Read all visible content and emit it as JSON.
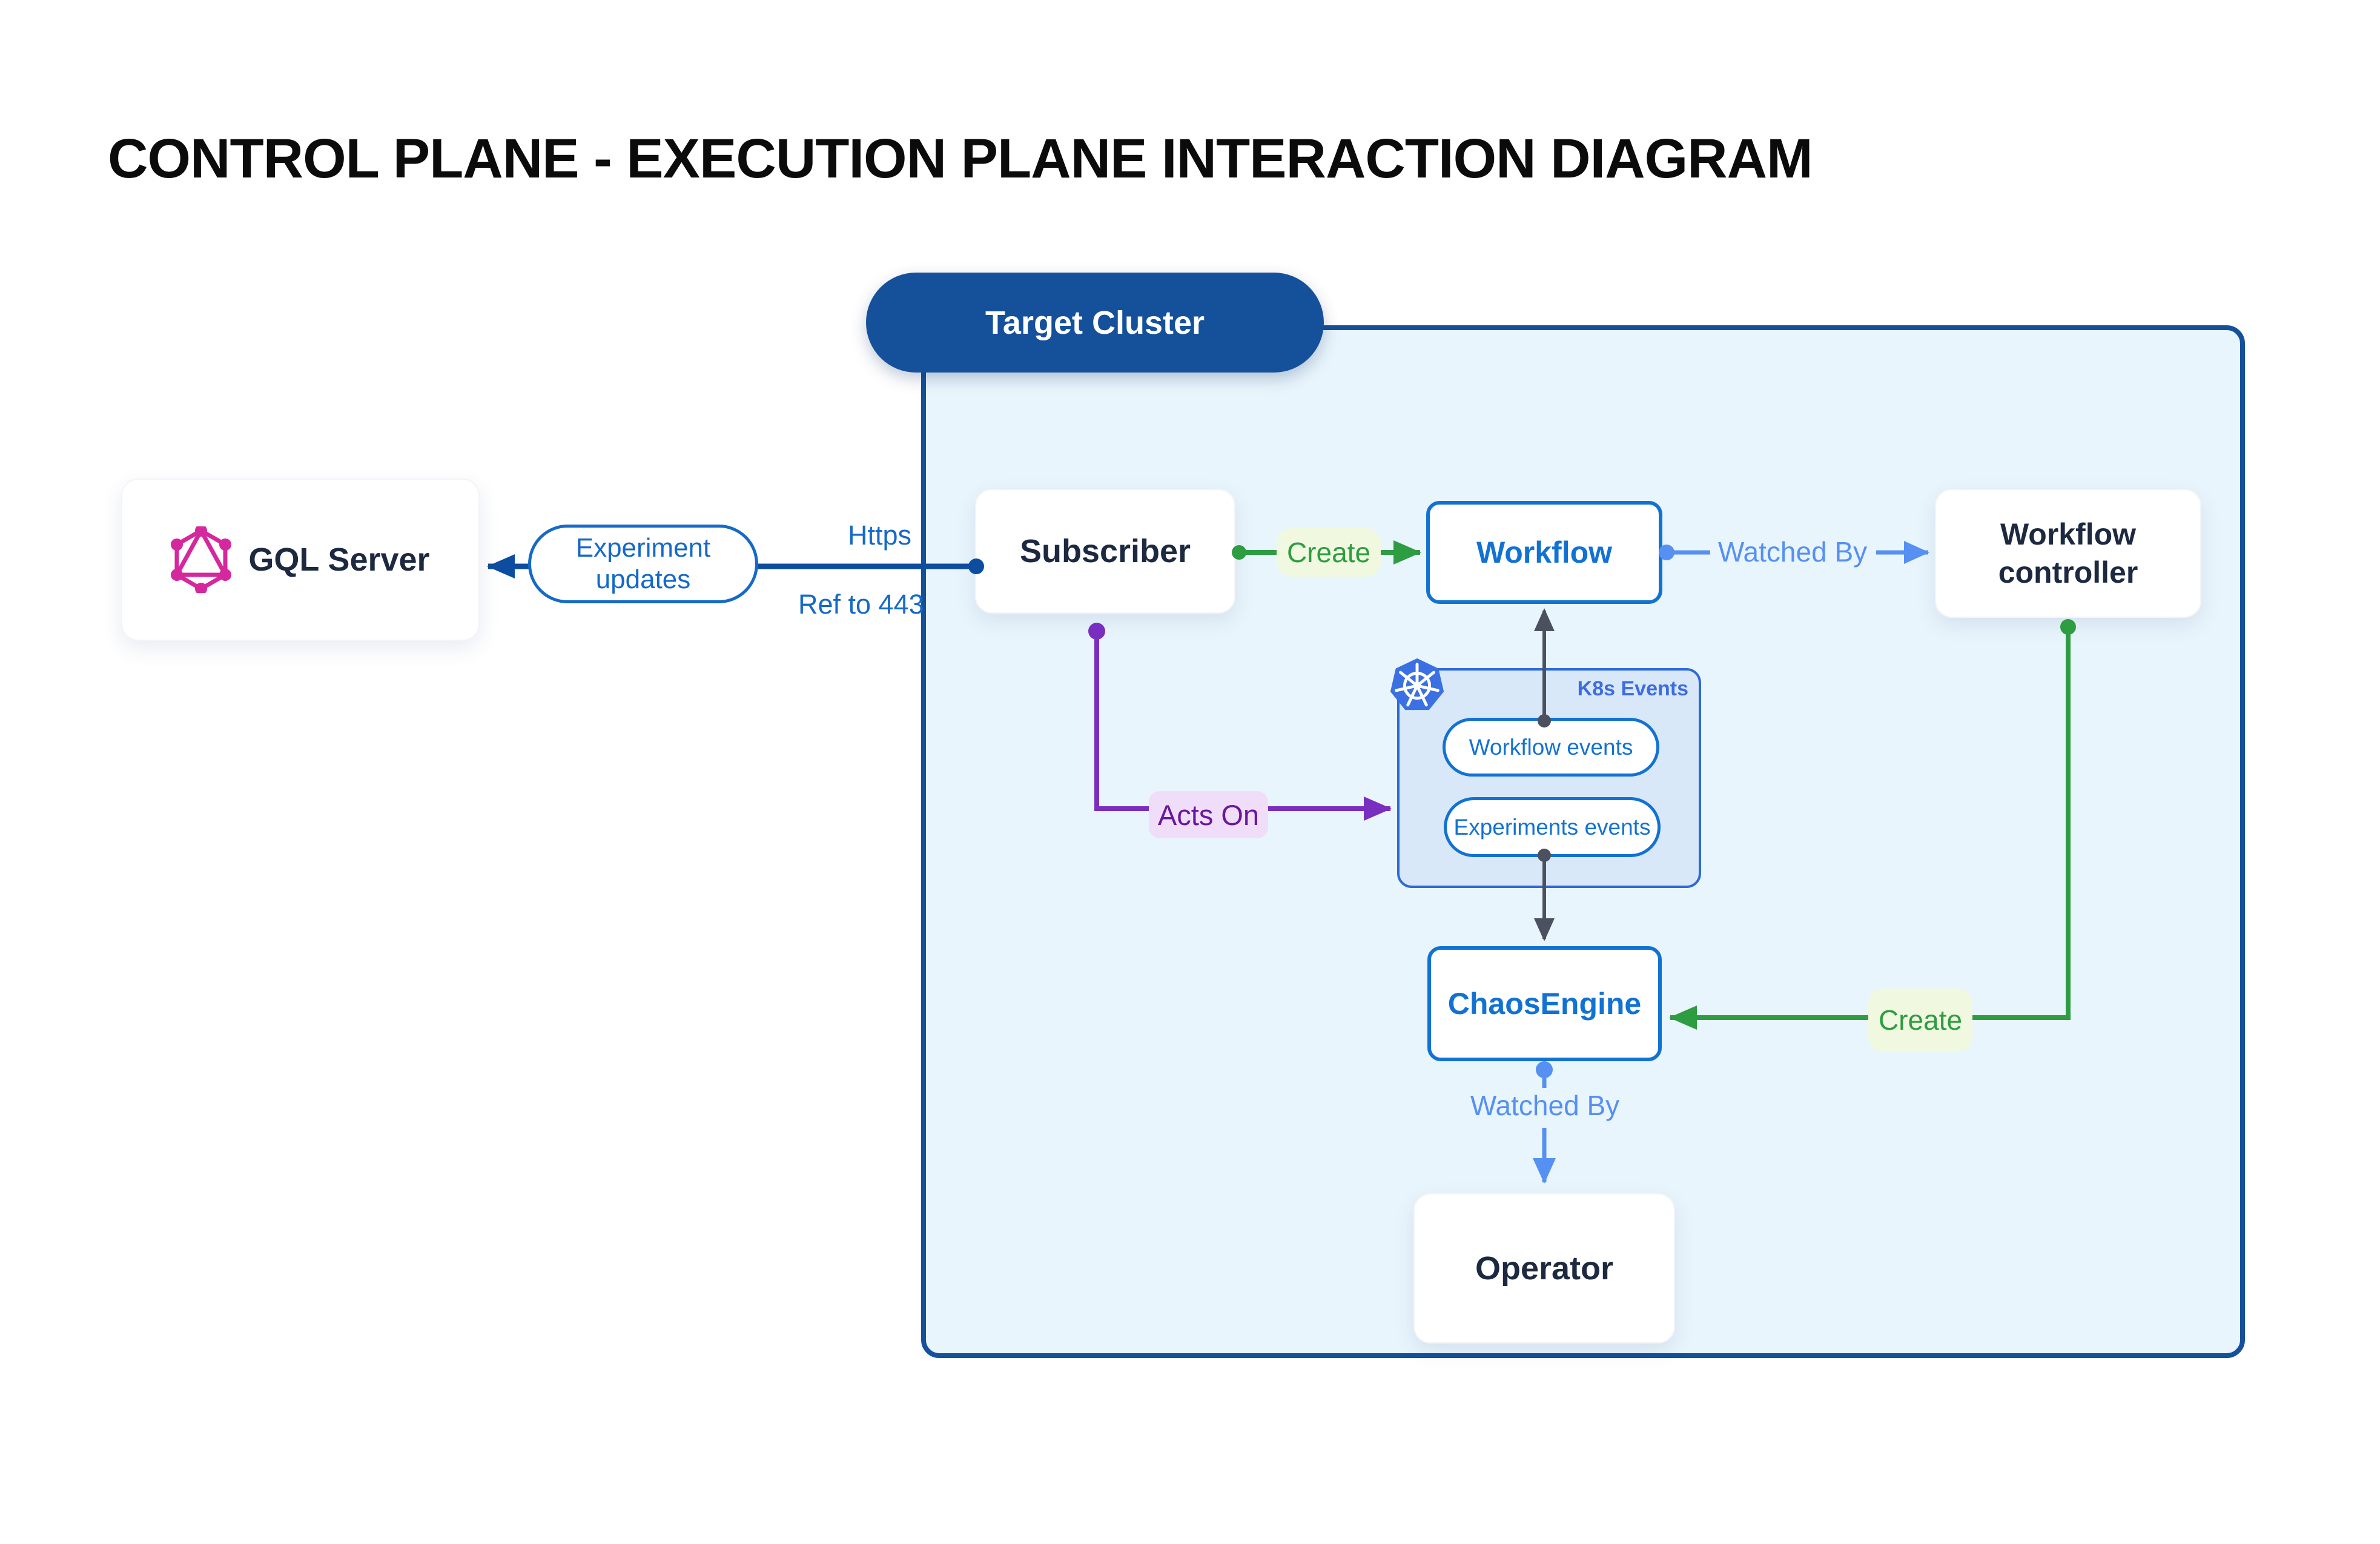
{
  "title": "CONTROL PLANE - EXECUTION PLANE INTERACTION DIAGRAM",
  "cluster": {
    "label": "Target Cluster"
  },
  "nodes": {
    "gql_server": {
      "label": "GQL Server",
      "icon": "graphql-icon"
    },
    "subscriber": {
      "label": "Subscriber"
    },
    "workflow": {
      "label": "Workflow"
    },
    "workflow_controller": {
      "label": "Workflow controller"
    },
    "chaos_engine": {
      "label": "ChaosEngine"
    },
    "operator": {
      "label": "Operator"
    },
    "k8s_events": {
      "label": "K8s Events",
      "icon": "kubernetes-icon",
      "pills": [
        "Workflow events",
        "Experiments events"
      ]
    }
  },
  "edges": {
    "experiment_updates": "Experiment updates",
    "https": "Https",
    "ref_443": "Ref to 443",
    "create_workflow": "Create",
    "watched_by_workflow": "Watched By",
    "acts_on": "Acts On",
    "create_chaos": "Create",
    "watched_by_operator": "Watched By"
  },
  "colors": {
    "navy": "#1C2940",
    "dark-blue": "#0C4DA0",
    "brand-blue": "#15509B",
    "box-blue": "#1272D3",
    "label-blue": "#1569C7",
    "light-blue": "#5590F2",
    "green": "#2E9C41",
    "green-bg": "#F0F8E0",
    "purple": "#7A2EC0",
    "purple-text": "#69189D",
    "purple-bg": "#F0DDF9",
    "gray": "#4C5160",
    "cluster-fill": "#E9F5FC",
    "k8s-fill": "#D8E8F8",
    "k8s-border": "#2E6AD7",
    "k8s-label": "#3E6BE0",
    "graphql-pink": "#D5289E",
    "kubernetes-blue": "#3B70E3"
  }
}
